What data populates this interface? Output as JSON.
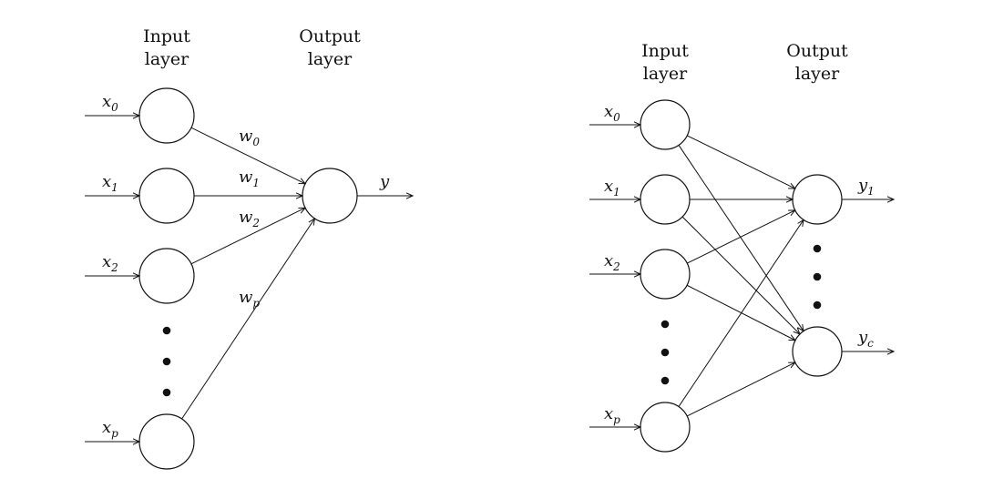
{
  "diagrams": [
    {
      "headers": {
        "input": [
          "Input",
          "layer"
        ],
        "output": [
          "Output",
          "layer"
        ]
      },
      "inputs": [
        {
          "base": "x",
          "sub": "0"
        },
        {
          "base": "x",
          "sub": "1"
        },
        {
          "base": "x",
          "sub": "2"
        },
        {
          "base": "x",
          "sub": "p"
        }
      ],
      "weights": [
        {
          "base": "w",
          "sub": "0"
        },
        {
          "base": "w",
          "sub": "1"
        },
        {
          "base": "w",
          "sub": "2"
        },
        {
          "base": "w",
          "sub": "p"
        }
      ],
      "outputs": [
        {
          "base": "y",
          "sub": ""
        }
      ]
    },
    {
      "headers": {
        "input": [
          "Input",
          "layer"
        ],
        "output": [
          "Output",
          "layer"
        ]
      },
      "inputs": [
        {
          "base": "x",
          "sub": "0"
        },
        {
          "base": "x",
          "sub": "1"
        },
        {
          "base": "x",
          "sub": "2"
        },
        {
          "base": "x",
          "sub": "p"
        }
      ],
      "outputs": [
        {
          "base": "y",
          "sub": "1"
        },
        {
          "base": "y",
          "sub": "c"
        }
      ]
    }
  ]
}
